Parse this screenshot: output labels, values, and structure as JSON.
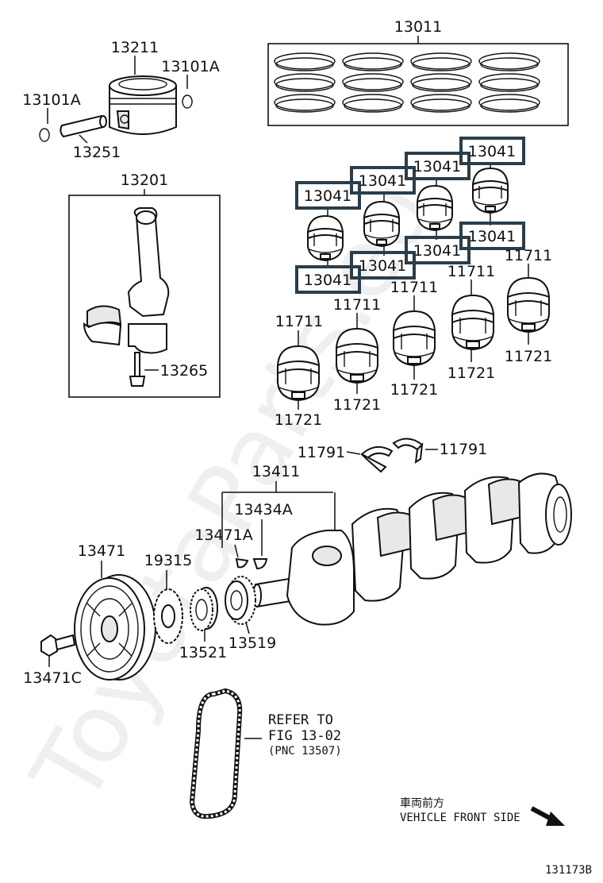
{
  "watermark": "ToyotaParts.eu",
  "highlight_color": "#2a3d4a",
  "labels": {
    "p13011": "13011",
    "p13211": "13211",
    "p13101a_right": "13101A",
    "p13101a_left": "13101A",
    "p13251": "13251",
    "p13201": "13201",
    "p13265": "13265",
    "p13041": "13041",
    "p11711": "11711",
    "p11721": "11721",
    "p11791": "11791",
    "p13411": "13411",
    "p13434a": "13434A",
    "p13471a": "13471A",
    "p13471": "13471",
    "p19315": "19315",
    "p13521": "13521",
    "p13519": "13519",
    "p13471c": "13471C"
  },
  "refer": {
    "line1": "REFER TO",
    "line2": "FIG 13-02",
    "line3": "(PNC 13507)"
  },
  "direction": {
    "jp": "車両前方",
    "en": "VEHICLE FRONT SIDE"
  },
  "figure_id": "131173B"
}
